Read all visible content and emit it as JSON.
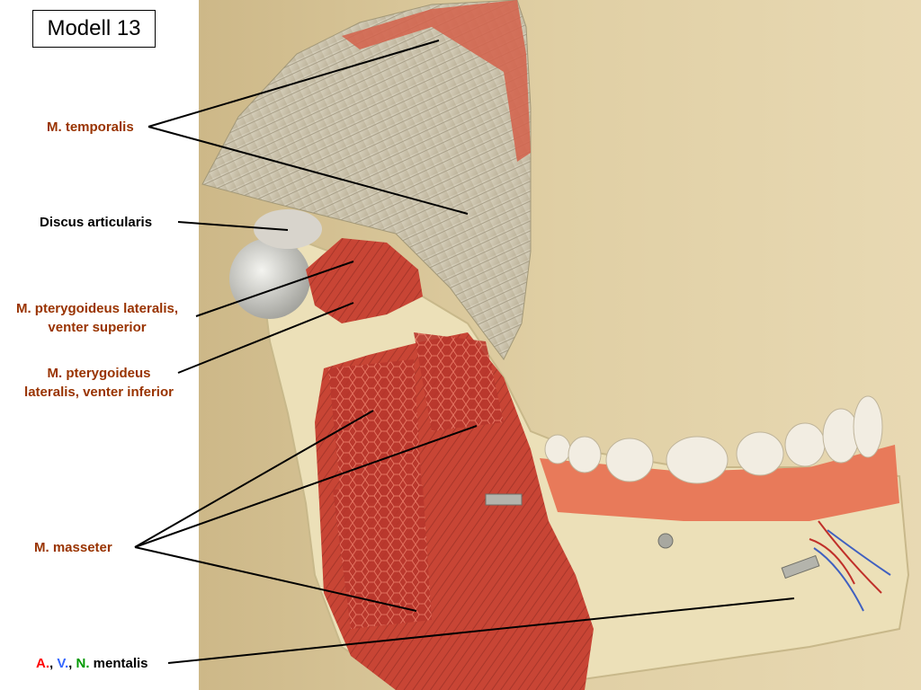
{
  "title": "Modell 13",
  "colors": {
    "label_brown": "#993300",
    "label_black": "#000000",
    "artery_red": "#ff0000",
    "vein_blue": "#3366ff",
    "nerve_green": "#009900",
    "muscle_red": "#c8473a",
    "bone_ivory": "#ece0b8",
    "background_tan": "#dcc89a"
  },
  "labels": {
    "temporalis": "M. temporalis",
    "discus": "Discus articularis",
    "ptery_sup_line1": "M. pterygoideus lateralis,",
    "ptery_sup_line2": "venter superior",
    "ptery_inf_line1": "M. pterygoideus",
    "ptery_inf_line2": "lateralis, venter inferior",
    "masseter": "M. masseter",
    "mentalis": {
      "a": "A.",
      "sep1": ", ",
      "v": "V.",
      "sep2": ", ",
      "n": "N.",
      "rest": " mentalis"
    }
  }
}
